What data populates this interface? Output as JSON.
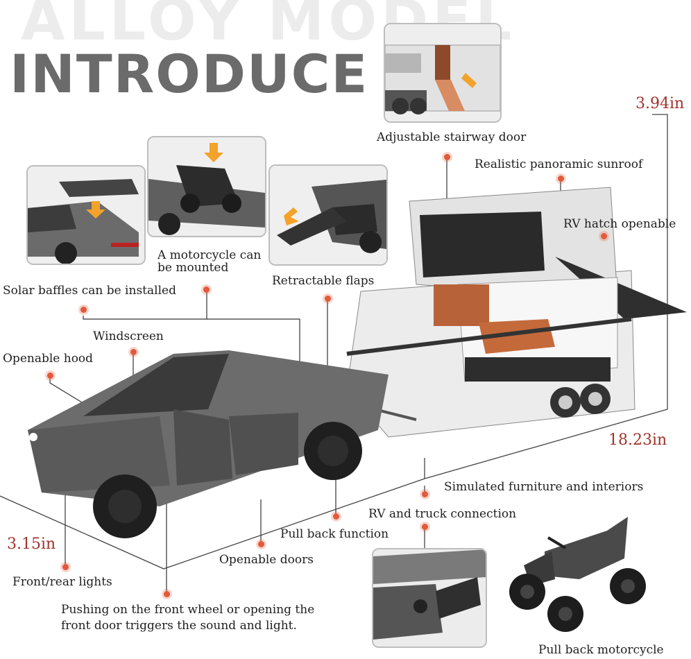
{
  "header": {
    "ghost_text": "ALLOY MODEL",
    "title": "INTRODUCE"
  },
  "dimensions": {
    "height_rv": "3.94in",
    "length": "18.23in",
    "height_truck": "3.15in"
  },
  "features": {
    "stairway": "Adjustable stairway door",
    "sunroof": "Realistic panoramic sunroof",
    "rv_hatch": "RV hatch openable",
    "motorcycle_mount_line1": "A motorcycle can",
    "motorcycle_mount_line2": "be mounted",
    "solar": "Solar baffles can be installed",
    "flaps": "Retractable flaps",
    "windscreen": "Windscreen",
    "hood": "Openable hood",
    "furniture": "Simulated furniture and interiors",
    "connection": "RV and truck connection",
    "pull_back": "Pull back function",
    "doors": "Openable doors",
    "lights": "Front/rear lights",
    "sound_line1": "Pushing on the front wheel or opening the",
    "sound_line2": "front door triggers the sound and light.",
    "pull_back_moto": "Pull back motorcycle"
  },
  "colors": {
    "accent": "#e25a3b",
    "dimension_text": "#a0322a",
    "title": "#6b6b6b"
  }
}
